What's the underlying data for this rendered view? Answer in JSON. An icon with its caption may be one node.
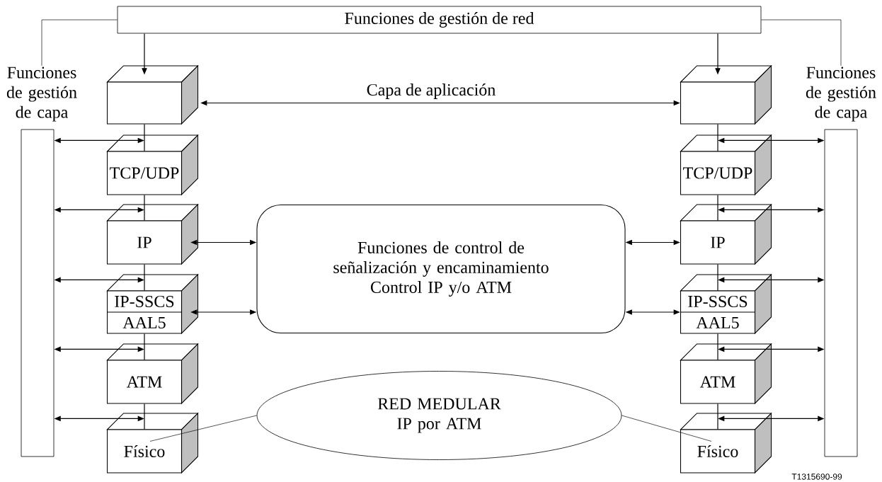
{
  "diagram": {
    "nodes": [
      {
        "text": [
          "Funciones de gestión de red"
        ]
      },
      {
        "text": [
          "Funciones de gestión de capa"
        ]
      },
      {
        "text": [
          "Funciones de gestión de capa"
        ]
      },
      {
        "text": [],
        "shape": "box"
      },
      {
        "text": [
          "TCP/UDP"
        ]
      },
      {
        "text": [
          "IP"
        ]
      },
      {
        "text": [
          "IP-SSCS",
          "AAL5"
        ]
      },
      {
        "text": [
          "ATM"
        ]
      },
      {
        "text": [
          "Físico"
        ]
      },
      {
        "text": [],
        "shape": "box"
      },
      {
        "text": [
          "TCP/UDP"
        ]
      },
      {
        "text": [
          "IP"
        ]
      },
      {
        "text": [
          "IP-SSCS",
          "AAL5"
        ]
      },
      {
        "text": [
          "ATM"
        ]
      },
      {
        "text": [
          "Físico"
        ]
      },
      {
        "text": [
          "Funciones de control de señalización y encaminamiento Control IP y/o ATM"
        ]
      },
      {
        "text": [
          "RED MEDULAR IP por ATM"
        ]
      }
    ],
    "edges": [
      {
        "from": 0,
        "to": 3,
        "arrow": "to"
      },
      {
        "from": 0,
        "to": 9,
        "arrow": "to"
      },
      {
        "from": 0,
        "to": 1,
        "arrow": "none"
      },
      {
        "from": 0,
        "to": 2,
        "arrow": "none"
      },
      {
        "from": 3,
        "to": 9,
        "arrow": "both",
        "label": "Capa de aplicación"
      },
      {
        "from": 3,
        "to": 4,
        "arrow": "none"
      },
      {
        "from": 4,
        "to": 5,
        "arrow": "none"
      },
      {
        "from": 5,
        "to": 6,
        "arrow": "none"
      },
      {
        "from": 6,
        "to": 7,
        "arrow": "none"
      },
      {
        "from": 7,
        "to": 8,
        "arrow": "none"
      },
      {
        "from": 9,
        "to": 10,
        "arrow": "none"
      },
      {
        "from": 10,
        "to": 11,
        "arrow": "none"
      },
      {
        "from": 11,
        "to": 12,
        "arrow": "none"
      },
      {
        "from": 12,
        "to": 13,
        "arrow": "none"
      },
      {
        "from": 13,
        "to": 14,
        "arrow": "none"
      },
      {
        "from": 1,
        "to": 4,
        "arrow": "both"
      },
      {
        "from": 1,
        "to": 5,
        "arrow": "both"
      },
      {
        "from": 1,
        "to": 6,
        "arrow": "both"
      },
      {
        "from": 1,
        "to": 7,
        "arrow": "both"
      },
      {
        "from": 1,
        "to": 8,
        "arrow": "both"
      },
      {
        "from": 2,
        "to": 10,
        "arrow": "both"
      },
      {
        "from": 2,
        "to": 11,
        "arrow": "both"
      },
      {
        "from": 2,
        "to": 12,
        "arrow": "both"
      },
      {
        "from": 2,
        "to": 13,
        "arrow": "both"
      },
      {
        "from": 2,
        "to": 14,
        "arrow": "both"
      },
      {
        "from": 5,
        "to": 15,
        "arrow": "both"
      },
      {
        "from": 6,
        "to": 15,
        "arrow": "both"
      },
      {
        "from": 15,
        "to": 11,
        "arrow": "both"
      },
      {
        "from": 15,
        "to": 12,
        "arrow": "both"
      },
      {
        "from": 16,
        "to": 8,
        "arrow": "none"
      },
      {
        "from": 16,
        "to": 14,
        "arrow": "none"
      }
    ],
    "labels": [
      "T1315690-99"
    ]
  }
}
